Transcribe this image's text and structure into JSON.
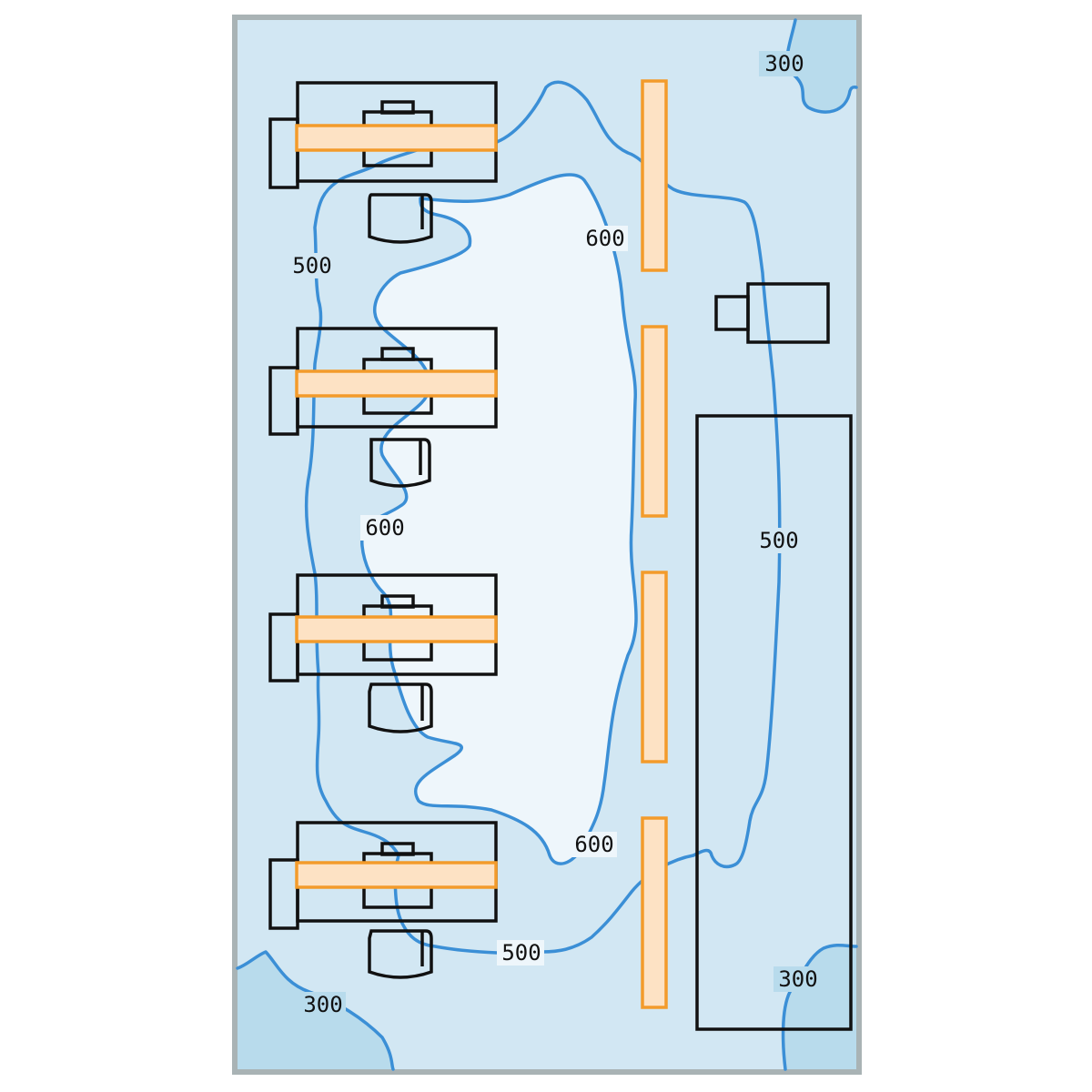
{
  "colors": {
    "outer_border": "#a9b3b5",
    "zone_300": "#b8dbec",
    "zone_500": "#d2e7f3",
    "zone_600": "#eef6fb",
    "isoline": "#3b8fd6",
    "luminaire_fill": "#fde2c4",
    "luminaire_stroke": "#f39b2b",
    "furniture_stroke": "#111111",
    "label_text": "#111111"
  },
  "labels": {
    "top_right_300": "300",
    "left_500": "500",
    "upper_600": "600",
    "middle_600": "600",
    "lower_600": "600",
    "right_500": "500",
    "bottom_500": "500",
    "bottom_left_300": "300",
    "bottom_right_300": "300"
  },
  "icons": {
    "desk": "desk-icon",
    "chair": "chair-icon",
    "monitor": "monitor-icon",
    "luminaire": "luminaire-bar",
    "printer": "printer-icon",
    "cabinet": "cabinet-icon"
  }
}
